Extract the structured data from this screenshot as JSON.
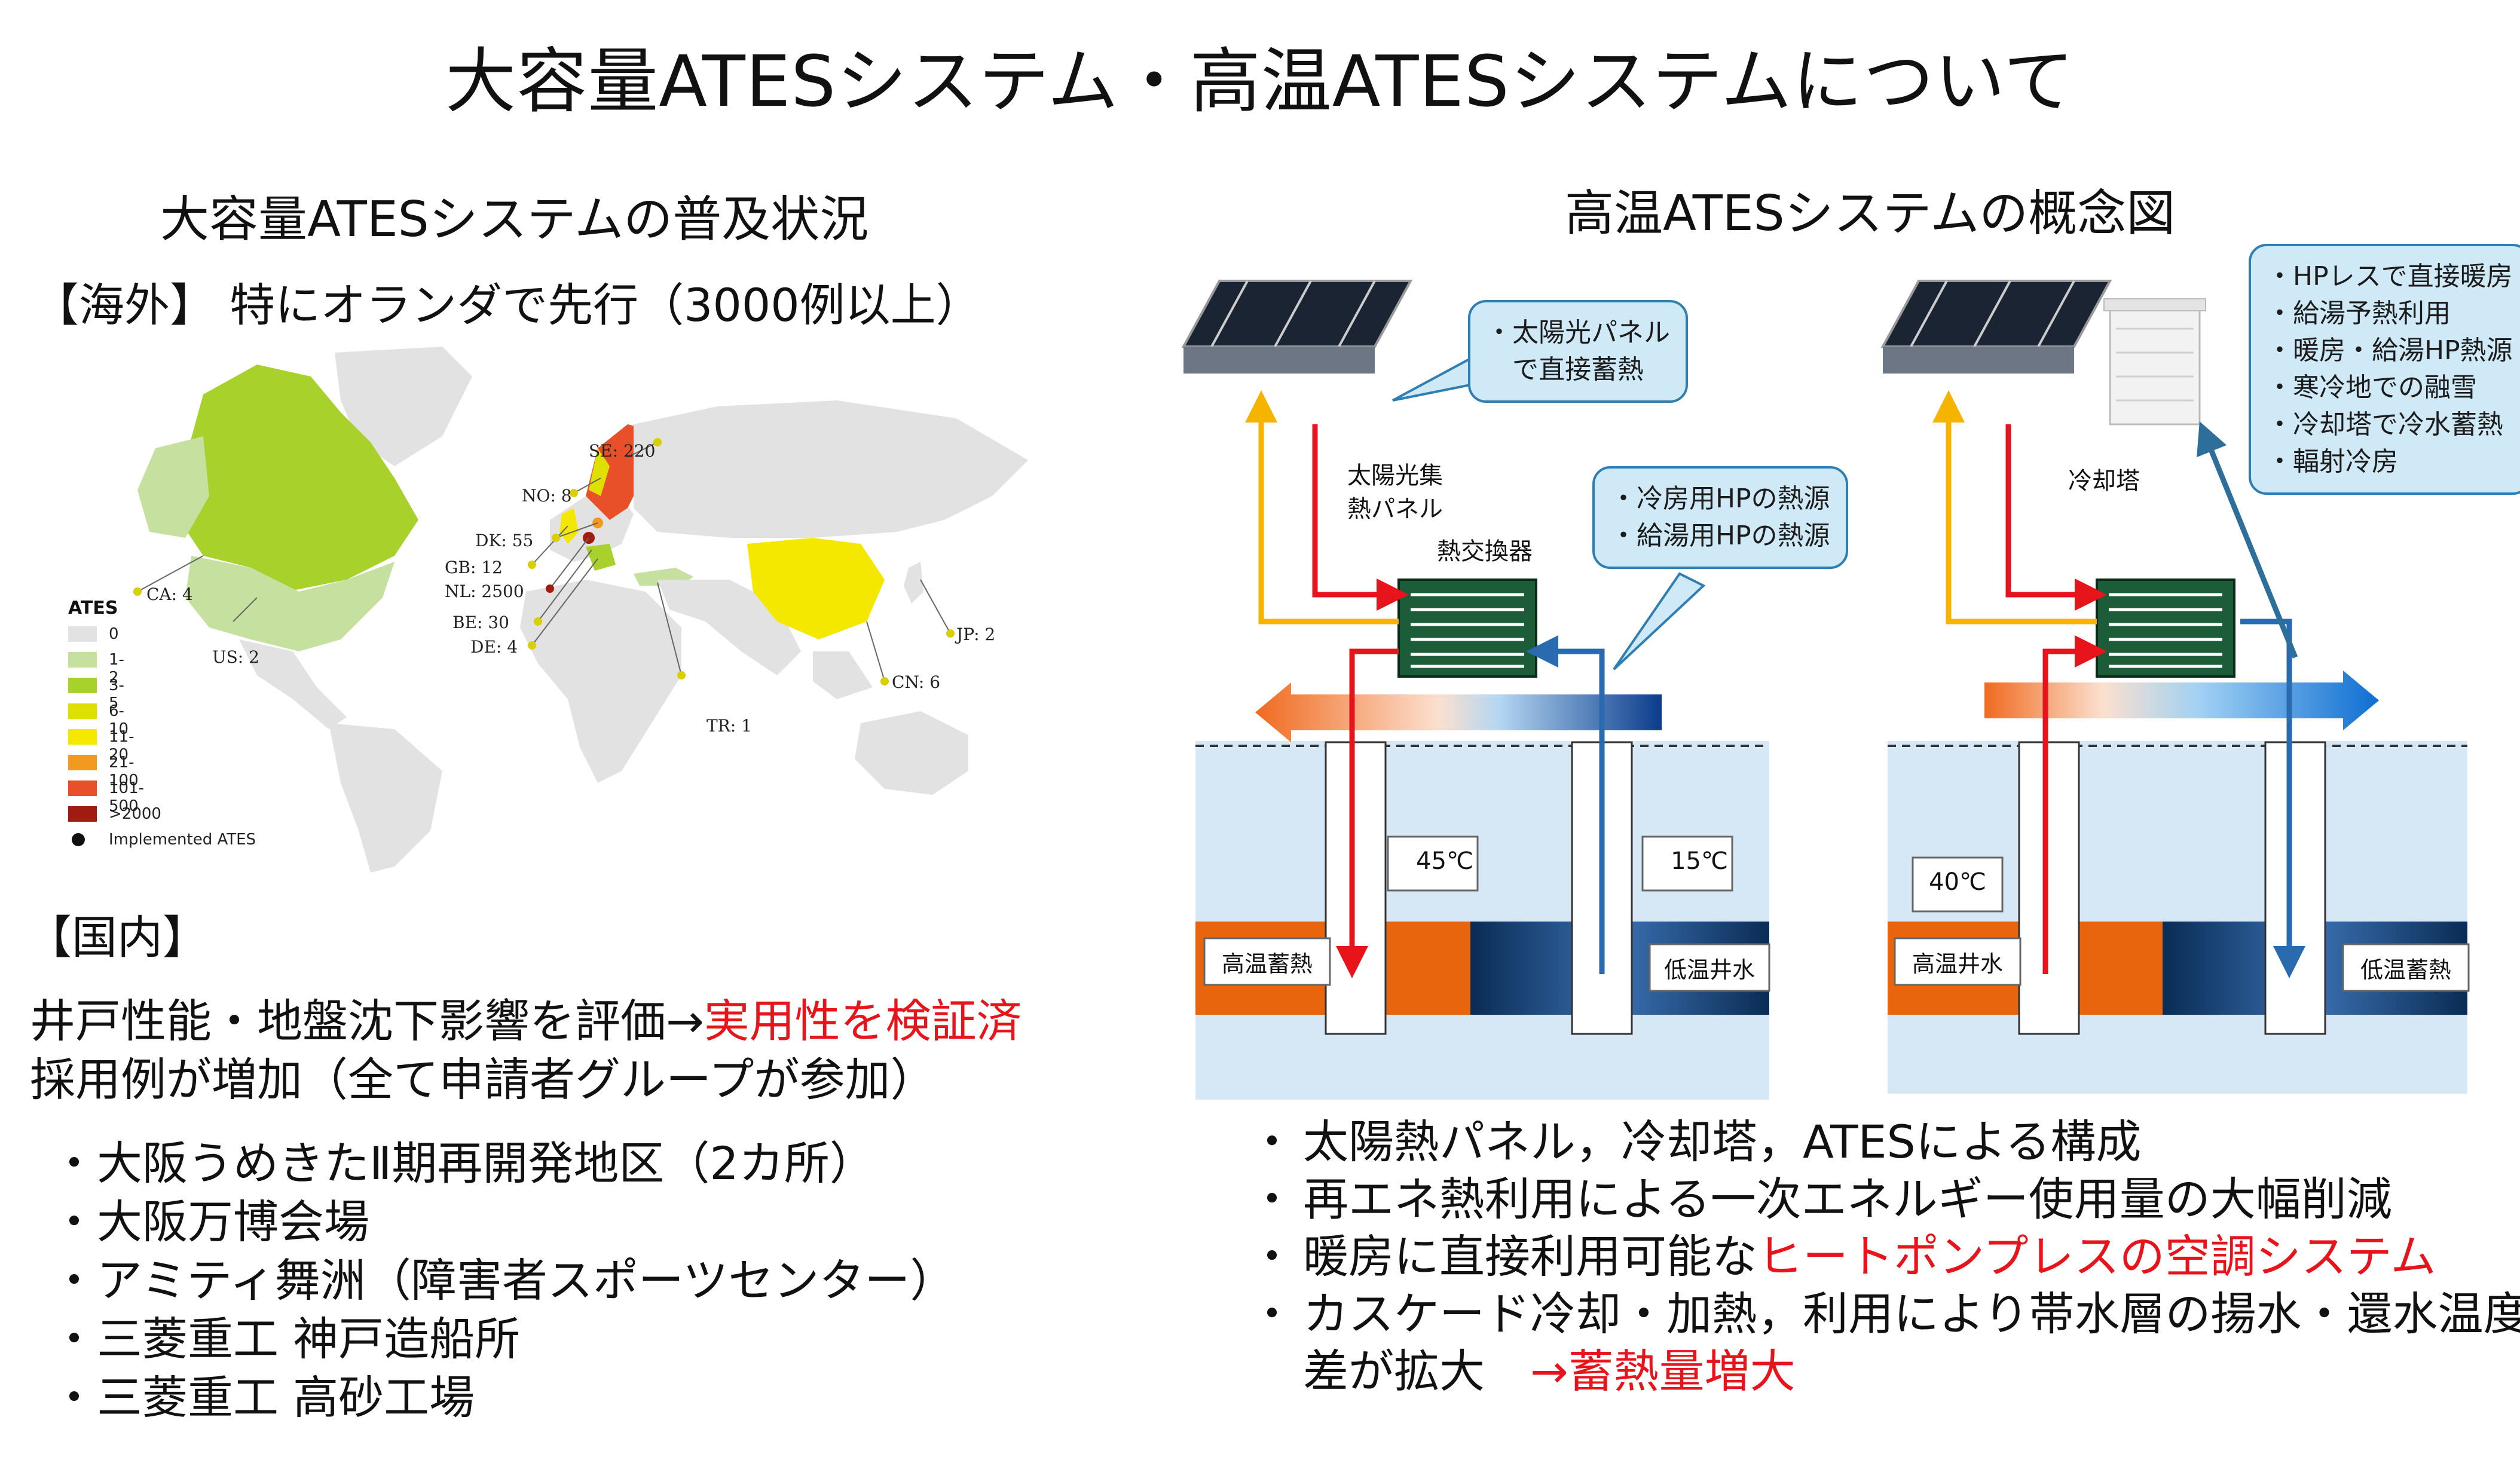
{
  "title": "大容量ATESシステム・高温ATESシステムについて",
  "left": {
    "heading": "大容量ATESシステムの普及状況",
    "overseas": "【海外】 特にオランダで先行（3000例以上）",
    "map": {
      "legend_title": "ATES",
      "legend": [
        {
          "label": "0",
          "color": "#e2e2e2"
        },
        {
          "label": "1-2",
          "color": "#c6e0a0"
        },
        {
          "label": "3-5",
          "color": "#a8d12b"
        },
        {
          "label": "6-10",
          "color": "#dde000"
        },
        {
          "label": "11-20",
          "color": "#f5e800"
        },
        {
          "label": "21-100",
          "color": "#f29a20"
        },
        {
          "label": "101-500",
          "color": "#e8502a"
        },
        {
          "label": ">2000",
          "color": "#a01c10"
        }
      ],
      "implemented": "Implemented ATES",
      "countries": [
        {
          "label": "SE: 220"
        },
        {
          "label": "NO: 8"
        },
        {
          "label": "DK: 55"
        },
        {
          "label": "GB: 12"
        },
        {
          "label": "NL: 2500"
        },
        {
          "label": "BE: 30"
        },
        {
          "label": "DE: 4"
        },
        {
          "label": "CA: 4"
        },
        {
          "label": "US: 2"
        },
        {
          "label": "JP: 2"
        },
        {
          "label": "CN: 6"
        },
        {
          "label": "TR: 1"
        }
      ]
    },
    "domestic": "【国内】",
    "line1_a": "井戸性能・地盤沈下影響を評価→",
    "line1_b": "実用性を検証済",
    "line2": "採用例が増加（全て申請者グループが参加）",
    "items": [
      "・大阪うめきたⅡ期再開発地区（2カ所）",
      "・大阪万博会場",
      "・アミティ舞洲（障害者スポーツセンター）",
      "・三菱重工 神戸造船所",
      "・三菱重工 高砂工場"
    ]
  },
  "right": {
    "heading": "高温ATESシステムの概念図",
    "callout_solar": [
      "・太陽光パネル",
      "で直接蓄熱"
    ],
    "callout_hp": [
      "・冷房用HPの熱源",
      "・給湯用HPの熱源"
    ],
    "callout_right": [
      "・HPレスで直接暖房",
      "・給湯予熱利用",
      "・暖房・給湯HP熱源",
      "・寒冷地での融雪",
      "・冷却塔で冷水蓄熱",
      "・輻射冷房"
    ],
    "label_solar": [
      "太陽光集",
      "熱パネル"
    ],
    "label_hx": "熱交換器",
    "label_tower": "冷却塔",
    "temp_45": "45℃",
    "temp_15": "15℃",
    "temp_40": "40℃",
    "layer_hot_storage": "高温蓄熱",
    "layer_cold_water": "低温井水",
    "layer_hot_water": "高温井水",
    "layer_cold_storage": "低温蓄熱",
    "bullet": "・",
    "bullets": [
      {
        "a": "太陽熱パネル，冷却塔，ATESによる構成",
        "b": ""
      },
      {
        "a": "再エネ熱利用による一次エネルギー使用量の大幅削減",
        "b": ""
      },
      {
        "a": "暖房に直接利用可能な",
        "b": "ヒートポンプレスの空調システム"
      },
      {
        "a": "カスケード冷却・加熱，利用により帯水層の揚水・還水温度",
        "b": ""
      }
    ],
    "last_a": "差が拡大　",
    "last_b": "→蓄熱量増大"
  }
}
